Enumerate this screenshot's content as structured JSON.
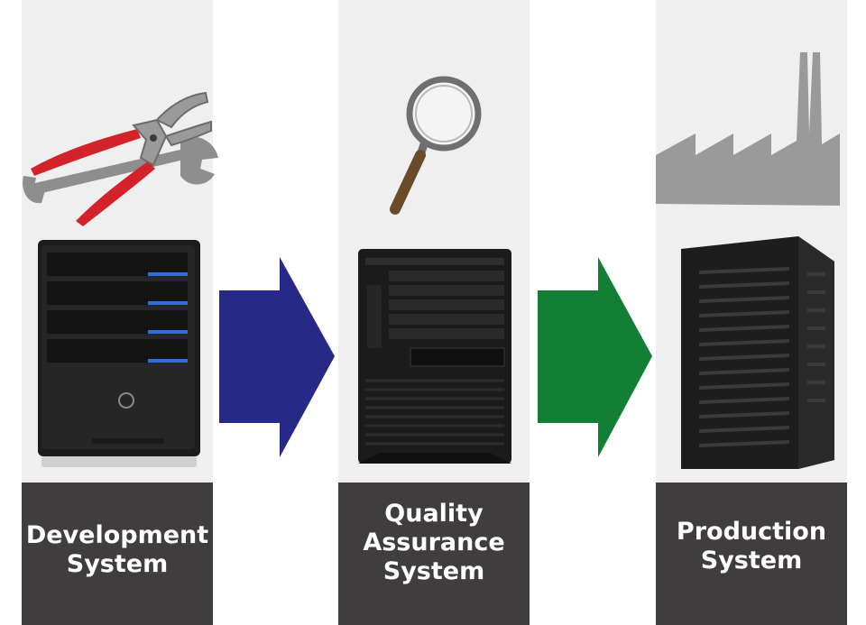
{
  "stages": [
    {
      "label": "Development\nSystem",
      "icon": "tools-icon"
    },
    {
      "label": "Quality\nAssurance\nSystem",
      "icon": "magnifier-icon"
    },
    {
      "label": "Production\nSystem",
      "icon": "factory-icon"
    }
  ],
  "colors": {
    "column_bg": "#efefef",
    "label_bg": "#3f3d3d",
    "arrow_dev_to_qa": "#262a86",
    "arrow_qa_to_prod": "#127f35",
    "tool_handle": "#d3222a",
    "icon_gray": "#9a9a9a",
    "server_body": "#1c1c1c",
    "server_led": "#2f6fe0"
  }
}
